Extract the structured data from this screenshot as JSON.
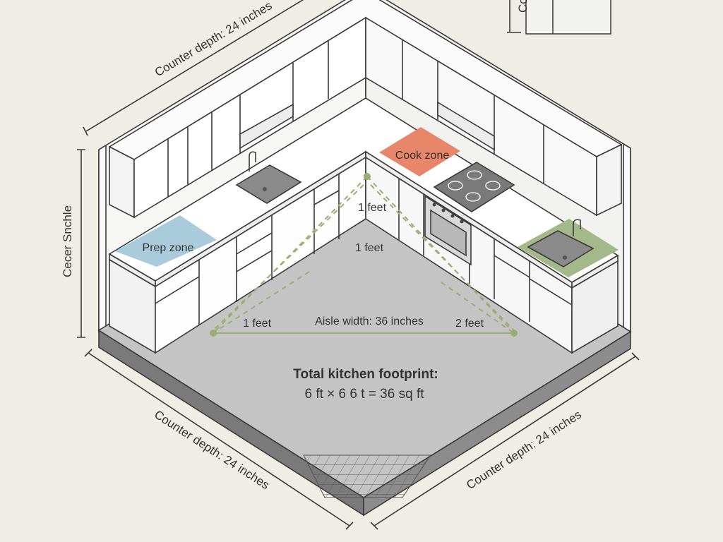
{
  "labels": {
    "top_left_dimension": "Counter depth: 24 inches",
    "top_right_dimension_fragment": "Co",
    "left_height_dimension": "Cecer Snchle",
    "bottom_left_dimension": "Counter depth: 24 inches",
    "bottom_right_dimension": "Counter depth: 24 inches",
    "prep_zone": "Prep zone",
    "cook_zone": "Cook zone",
    "triangle_top_upper": "1 feet",
    "triangle_top_lower": "1 feet",
    "triangle_left": "1 feet",
    "triangle_right": "2 feet",
    "aisle_width": "Aisle width: 36 inches",
    "footprint_title": "Total kitchen footprint:",
    "footprint_value": "6 ft × 6 6 t = 36 sq ft"
  },
  "colors": {
    "background": "#efede6",
    "prep_zone": "#a9cbdc",
    "cook_zone": "#e8866a",
    "clean_zone": "#a5b88a",
    "floor": "#c4c4c4",
    "work_triangle": "#9aae74"
  }
}
